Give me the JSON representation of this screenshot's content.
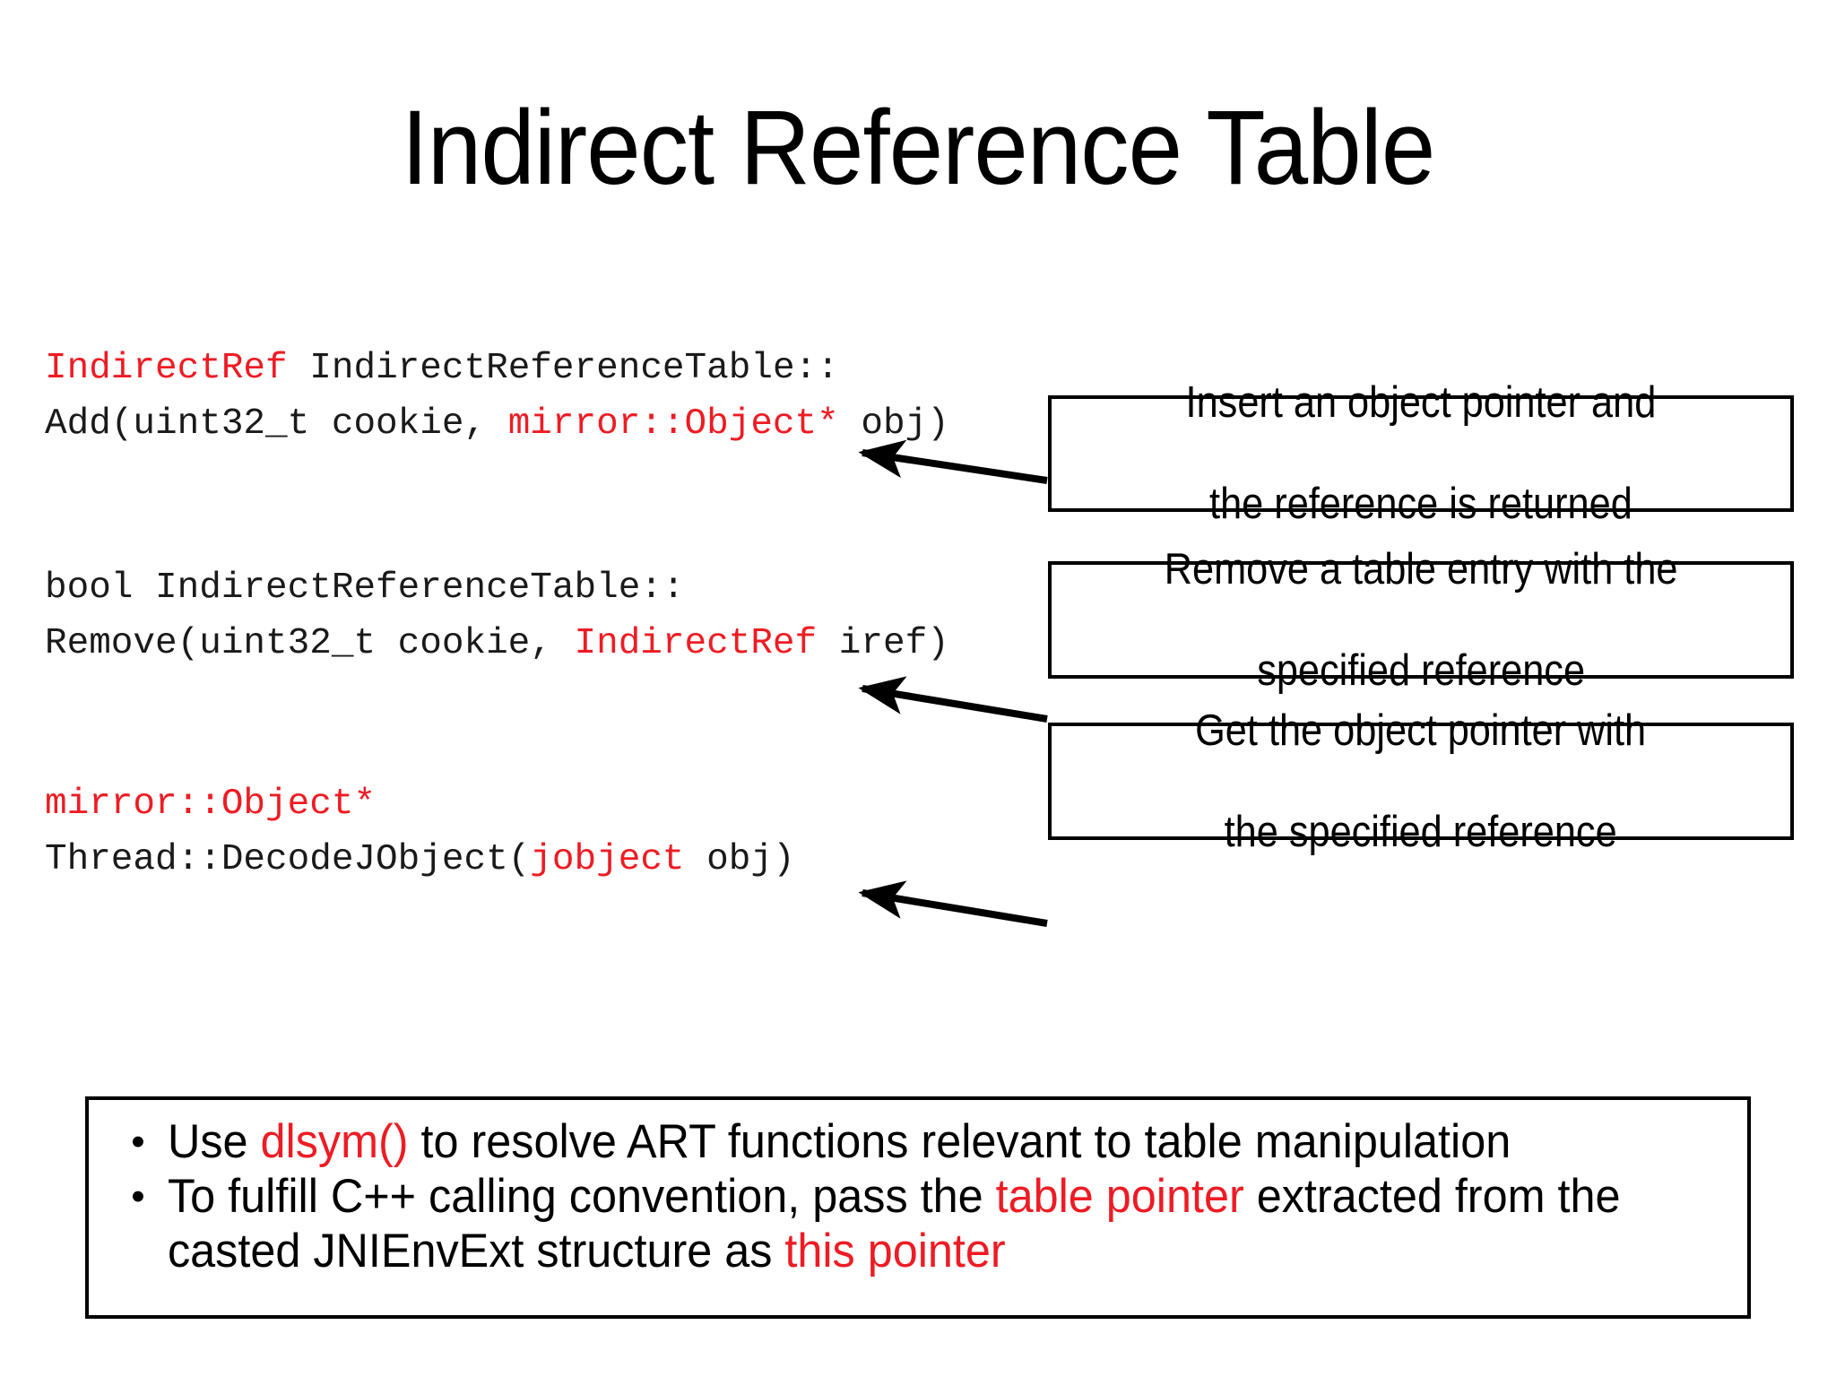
{
  "slide": {
    "title": "Indirect Reference Table",
    "background_color": "#FFFFFF",
    "accent_color": "#ED1C24",
    "text_color": "#000000"
  },
  "code_blocks": [
    {
      "id": "add",
      "line1_a": "IndirectRef",
      "line1_b": " IndirectReferenceTable::",
      "line2_a": "Add(uint32_t cookie, ",
      "line2_b": "mirror::Object*",
      "line2_c": " obj)"
    },
    {
      "id": "remove",
      "line1_a": "bool IndirectReferenceTable::",
      "line2_a": "Remove(uint32_t cookie, ",
      "line2_b": "IndirectRef",
      "line2_c": " iref)"
    },
    {
      "id": "decode",
      "line1_a": "mirror::Object*",
      "line2_a": "Thread::DecodeJObject(",
      "line2_b": "jobject",
      "line2_c": " obj)"
    }
  ],
  "callouts": [
    {
      "id": "add",
      "line1": "Insert an object pointer and",
      "line2": "the reference is returned"
    },
    {
      "id": "remove",
      "line1": "Remove a table entry with the",
      "line2": "specified reference"
    },
    {
      "id": "decode",
      "line1": "Get the object pointer with",
      "line2": "the specified reference"
    }
  ],
  "bullets": [
    {
      "marker": "•",
      "seg1": "Use ",
      "hl1": "dlsym()",
      "seg2": " to resolve ART functions relevant to table manipulation",
      "hl2": "",
      "seg3": "",
      "hl3": "",
      "seg4": ""
    },
    {
      "marker": "•",
      "seg1": "To fulfill C++ calling convention, pass the ",
      "hl1": "table pointer",
      "seg2": " extracted from the casted JNIEnvExt structure as ",
      "hl2": "this pointer",
      "seg3": "",
      "hl3": "",
      "seg4": ""
    }
  ]
}
